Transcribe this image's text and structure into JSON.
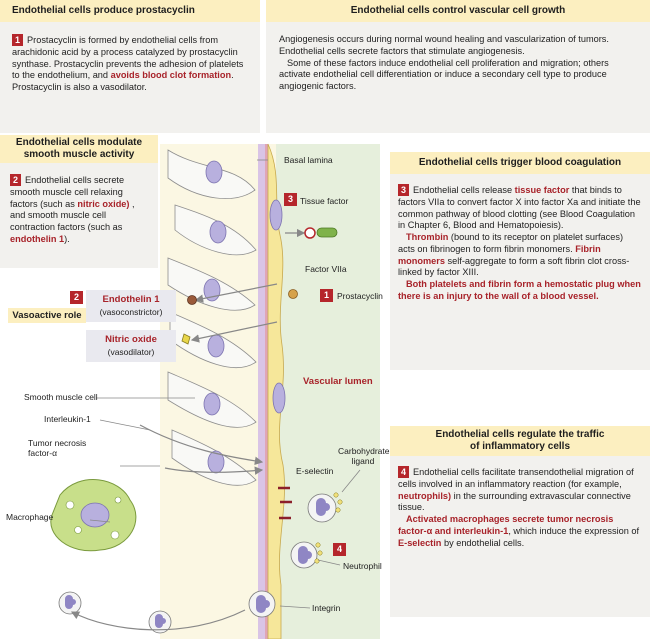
{
  "boxes": {
    "prostacyclin": {
      "title": "Endothelial cells produce prostacyclin",
      "num": "1",
      "p1": "Prostacyclin is formed by endothelial cells from arachidonic acid by a process catalyzed by prostacyclin synthase. Prostacyclin prevents the adhesion of platelets to the endothelium, and ",
      "p1_red": "avoids blood clot formation",
      "p1_end": ". Prostacyclin is also a vasodilator."
    },
    "growth": {
      "title": "Endothelial cells control vascular cell growth",
      "p1": "Angiogenesis occurs during normal wound healing and vascularization of tumors. Endothelial cells secrete factors that stimulate angiogenesis.",
      "p2": "Some of these factors induce endothelial cell proliferation and migration; others activate endothelial cell differentiation or induce a secondary cell type to produce angiogenic factors."
    },
    "smooth": {
      "title": "Endothelial cells modulate smooth muscle activity",
      "num": "2",
      "p1": "Endothelial cells secrete smooth muscle cell relaxing factors (such as ",
      "p1_red": "nitric oxide)",
      "p1_mid": " , and smooth muscle cell contraction factors (such as ",
      "p1_red2": "endothelin 1",
      "p1_end": ")."
    },
    "coag": {
      "title": "Endothelial cells trigger blood coagulation",
      "num": "3",
      "p1": "Endothelial cells release ",
      "p1_red": "tissue factor",
      "p1_end": " that binds to factors VIIa to convert factor X into factor Xa and initiate the common pathway of blood clotting (see Blood Coagulation in Chapter 6, Blood and Hematopoiesis).",
      "p2_red": "Thrombin",
      "p2": " (bound to its receptor on platelet surfaces) acts on fibrinogen to form fibrin monomers. ",
      "p2_red2": "Fibrin monomers",
      "p2_end": " self-aggregate to form a soft fibrin clot cross-linked by factor XIII.",
      "p3_red": "Both platelets and fibrin form a hemostatic plug when there is an injury to the wall of a blood vessel."
    },
    "inflam": {
      "title": "Endothelial cells regulate the traffic of inflammatory cells",
      "num": "4",
      "p1": "Endothelial cells facilitate transendothelial migration of cells involved in an inflammatory reaction (for example, ",
      "p1_red": "neutrophils)",
      "p1_end": " in the surrounding extravascular connective tissue.",
      "p2_red": "Activated macrophages secrete tumor necrosis factor-α and interleukin-1",
      "p2_end": ", which induce the expression of ",
      "p2_red2": "E-selectin",
      "p2_end2": " by endothelial cells."
    }
  },
  "vasoactive": {
    "num": "2",
    "role": "Vasoactive role",
    "endothelin": "Endothelin 1",
    "endothelin_sub": "(vasoconstrictor)",
    "nitric": "Nitric oxide",
    "nitric_sub": "(vasodilator)"
  },
  "labels": {
    "basal_lamina": "Basal lamina",
    "tissue_factor": "Tissue factor",
    "tissue_factor_num": "3",
    "factor_viia": "Factor VIIa",
    "prostacyclin": "Prostacyclin",
    "prostacyclin_num": "1",
    "vascular_lumen": "Vascular lumen",
    "smooth_muscle_cell": "Smooth muscle cell",
    "interleukin": "Interleukin-1",
    "tnf": "Tumor necrosis factor-α",
    "carbohydrate": "Carbohydrate ligand",
    "e_selectin": "E-selectin",
    "macrophage": "Macrophage",
    "neutrophil": "Neutrophil",
    "neutrophil_num": "4",
    "integrin": "Integrin"
  },
  "colors": {
    "accent_red": "#b5262b",
    "header_yellow": "#fcefc0",
    "box_gray": "#f2f1ee",
    "endothelium_yellow": "#f6e79a",
    "lumen_green": "#e6efdc",
    "nucleus_purple": "#b8b0de"
  }
}
